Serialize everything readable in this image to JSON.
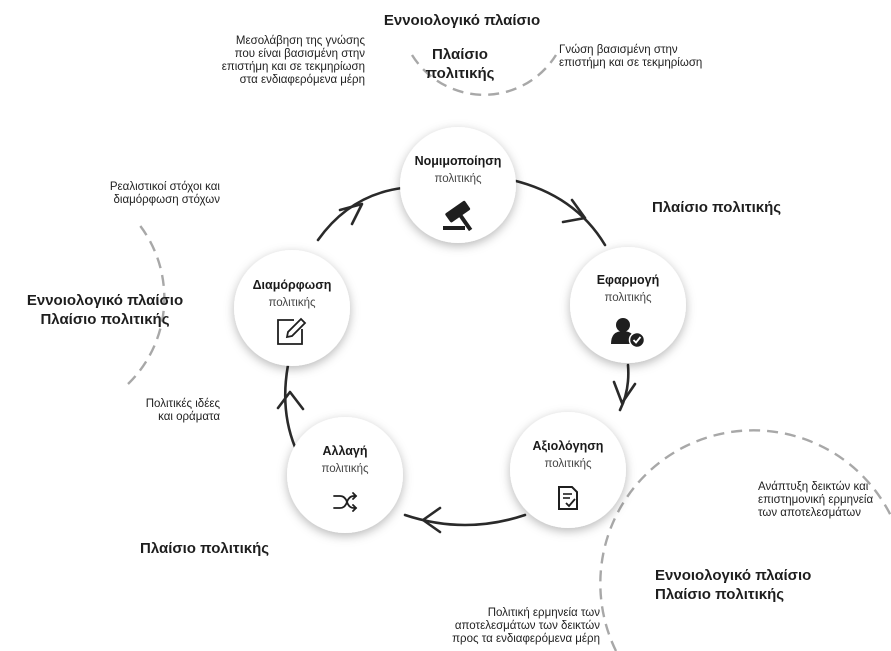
{
  "nodes": {
    "legitimation": {
      "title": "Νομιμοποίηση",
      "subtitle": "πολιτικής",
      "icon": "gavel-icon"
    },
    "implementation": {
      "title": "Εφαρμογή",
      "subtitle": "πολιτικής",
      "icon": "user-check-icon"
    },
    "evaluation": {
      "title": "Αξιολόγηση",
      "subtitle": "πολιτικής",
      "icon": "document-check-icon"
    },
    "change": {
      "title": "Αλλαγή",
      "subtitle": "πολιτικής",
      "icon": "shuffle-icon"
    },
    "formulation": {
      "title": "Διαμόρφωση",
      "subtitle": "πολιτικής",
      "icon": "edit-icon"
    }
  },
  "labels": {
    "top_context": "Εννοιολογικό πλαίσιο",
    "top_policy": [
      "Πλαίσιο",
      "πολιτικής"
    ],
    "top_left_note": [
      "Μεσολάβηση της γνώσης",
      "που είναι βασισμένη στην",
      "επιστήμη και σε τεκμηρίωση",
      "στα ενδιαφερόμενα μέρη"
    ],
    "top_right_note": [
      "Γνώση βασισμένη στην",
      "επιστήμη και σε τεκμηρίωση"
    ],
    "right_policy": "Πλαίσιο πολιτικής",
    "left_note_top": [
      "Ρεαλιστικοί στόχοι και",
      "διαμόρφωση στόχων"
    ],
    "left_context": [
      "Εννοιολογικό πλαίσιο",
      "Πλαίσιο πολιτικής"
    ],
    "left_note_bottom": [
      "Πολιτικές ιδέες",
      "και οράματα"
    ],
    "bottom_right_note": [
      "Ανάπτυξη δεικτών και",
      "επιστημονική ερμηνεία",
      "των αποτελεσμάτων"
    ],
    "bottom_left_policy": "Πλαίσιο πολιτικής",
    "bottom_right_context": [
      "Εννοιολογικό πλαίσιο",
      "Πλαίσιο πολιτικής"
    ],
    "bottom_note": [
      "Πολιτική ερμηνεία των",
      "αποτελεσμάτων των δεικτών",
      "προς τα ενδιαφερόμενα μέρη"
    ]
  },
  "colors": {
    "circle_fill": "#ffffff",
    "arrow": "#2a2a2a",
    "dashed": "#a8a8a8",
    "text": "#1a1a1a"
  }
}
